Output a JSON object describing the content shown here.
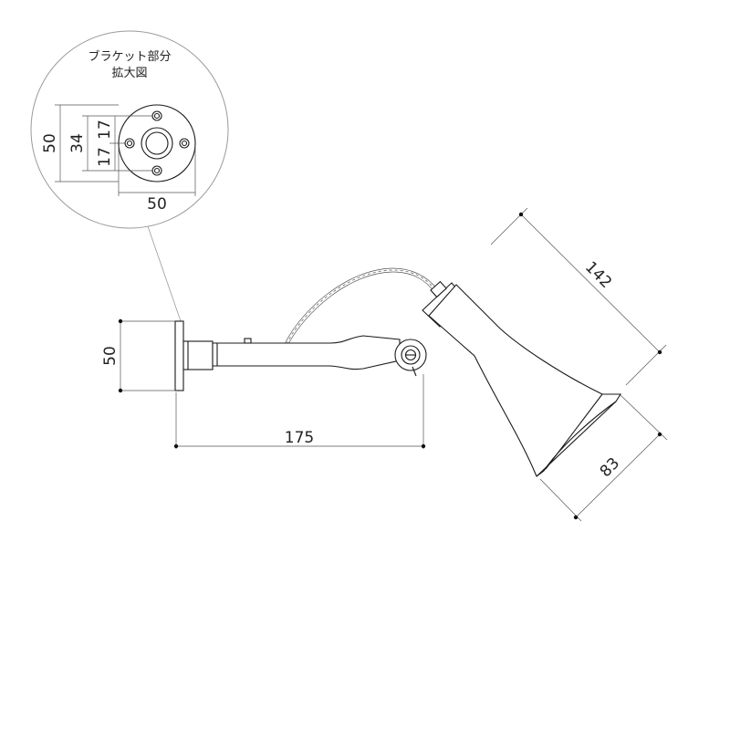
{
  "detail": {
    "title_line1": "ブラケット部分",
    "title_line2": "拡大図",
    "dim_height_total": "50",
    "dim_hole_spacing": "34",
    "dim_upper_offset": "17",
    "dim_lower_offset": "17",
    "dim_width": "50"
  },
  "main": {
    "dim_bracket_height": "50",
    "dim_arm_length": "175",
    "dim_shade_length": "142",
    "dim_shade_diameter": "83"
  }
}
